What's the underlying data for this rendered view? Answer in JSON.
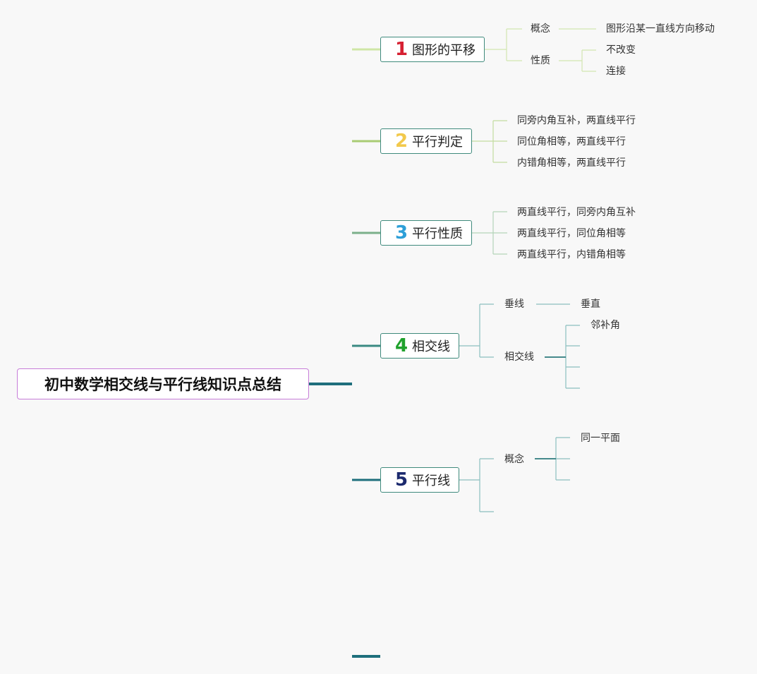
{
  "title": "初中数学相交线与平行线知识点总结",
  "colors": {
    "root_border": "#c77dd8",
    "topic_border": "#3f8a7c",
    "num1": "#d62032",
    "num2": "#f2c94c",
    "num3": "#2d9fd8",
    "num4": "#20a12c",
    "num5": "#1c2a6e"
  },
  "topics": [
    {
      "number": "1",
      "label": "图形的平移",
      "children": [
        {
          "label": "概念",
          "children": [
            "图形沿某一直线方向移动"
          ]
        },
        {
          "label": "性质",
          "children": [
            "不改变",
            "连接"
          ]
        }
      ]
    },
    {
      "number": "2",
      "label": "平行判定",
      "children": [
        "同旁内角互补，两直线平行",
        "同位角相等，两直线平行",
        "内错角相等，两直线平行"
      ]
    },
    {
      "number": "3",
      "label": "平行性质",
      "children": [
        "两直线平行，同旁内角互补",
        "两直线平行，同位角相等",
        "两直线平行，内错角相等"
      ]
    },
    {
      "number": "4",
      "label": "相交线",
      "children": [
        {
          "label": "垂线",
          "children": [
            "垂直"
          ]
        },
        {
          "label": "相交线",
          "children": [
            "邻补角",
            "",
            "",
            ""
          ]
        }
      ]
    },
    {
      "number": "5",
      "label": "平行线",
      "children": [
        {
          "label": "概念",
          "children": [
            "同一平面",
            "",
            ""
          ]
        },
        {
          "label": "",
          "children": []
        }
      ]
    }
  ]
}
